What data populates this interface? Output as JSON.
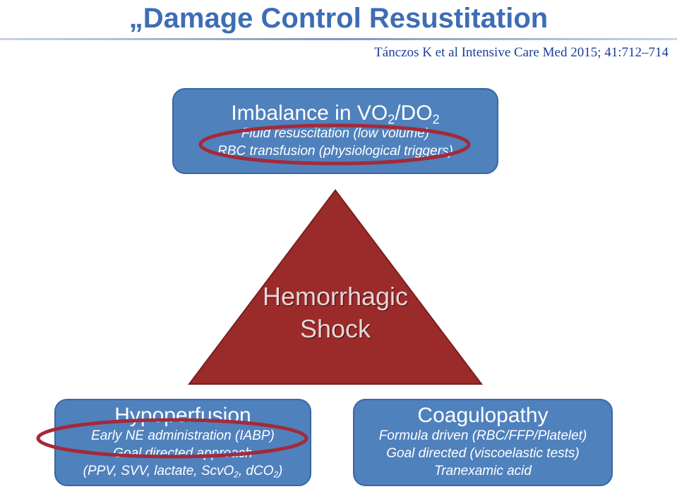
{
  "header": {
    "title": "„Damage Control Resustitation",
    "citation": "Tánczos K et al Intensive Care Med 2015; 41:712–714"
  },
  "top_box": {
    "title_main": "Imbalance in VO",
    "title_sub1": "2",
    "title_mid": "/DO",
    "title_sub2": "2",
    "line1": "Fluid resuscitation (low volume)",
    "line2": "RBC transfusion (physiological triggers)"
  },
  "center": {
    "line1": "Hemorrhagic",
    "line2": "Shock"
  },
  "left_box": {
    "title": "Hypoperfusion",
    "line1": "Early NE administration (IABP)",
    "line2": "Goal directed approach",
    "line3_a": "(PPV, SVV, lactate, ScvO",
    "line3_sub1": "2",
    "line3_b": ", dCO",
    "line3_sub2": "2",
    "line3_c": ")"
  },
  "right_box": {
    "title": "Coagulopathy",
    "line1": "Formula driven (RBC/FFP/Platelet)",
    "line2": "Goal directed (viscoelastic tests)",
    "line3": "Tranexamic acid"
  },
  "colors": {
    "box_fill": "#4f81bd",
    "triangle_fill": "#9b2b2b",
    "highlight_ellipse": "#a32a3a",
    "title_text": "#3d6db5"
  }
}
